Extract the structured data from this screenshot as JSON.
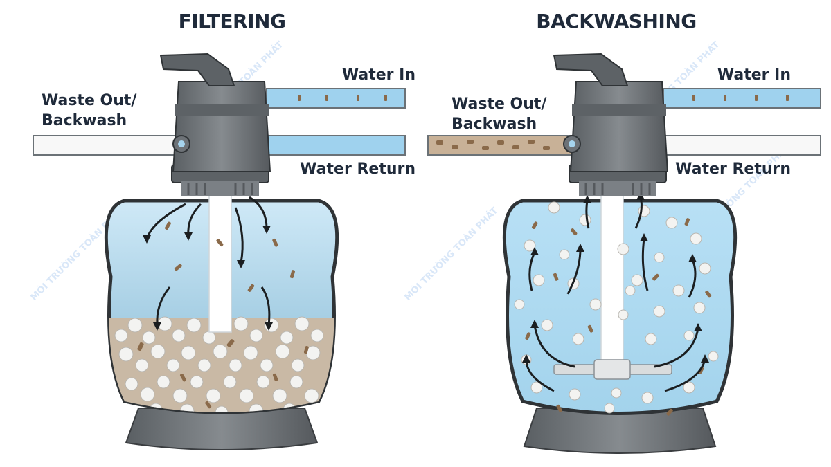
{
  "filtering": {
    "title": "FILTERING",
    "water_in": "Water In",
    "water_return": "Water Return",
    "waste_out_line1": "Waste Out/",
    "waste_out_line2": "Backwash"
  },
  "backwashing": {
    "title": "BACKWASHING",
    "water_in": "Water In",
    "water_return": "Water Return",
    "waste_out_line1": "Waste Out/",
    "waste_out_line2": "Backwash"
  },
  "watermark": "MÔI TRƯỜNG TOÀN PHÁT",
  "colors": {
    "water": "#a9d7ef",
    "pipe_water": "#9fd2ee",
    "valve_gray": "#6d7277",
    "base_gray": "#5f6468",
    "sand_white": "#f1f2f0",
    "debris_brown": "#8a6a4a",
    "text": "#1f2a3a"
  }
}
